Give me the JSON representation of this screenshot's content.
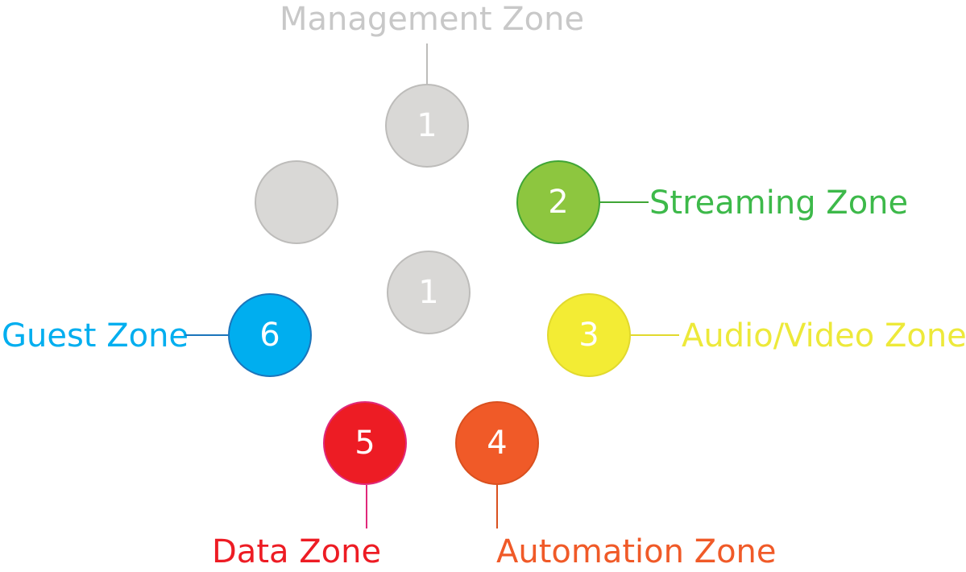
{
  "zones": {
    "management": {
      "label": "Management Zone",
      "number": "1",
      "color": "#c8c8c8",
      "fill": "#d9d8d6",
      "stroke": "#bdbcba"
    },
    "center": {
      "number": "1",
      "fill": "#d9d8d6",
      "stroke": "#bdbcba"
    },
    "unlabeled": {
      "number": "",
      "fill": "#d9d8d6",
      "stroke": "#bdbcba"
    },
    "streaming": {
      "label": "Streaming Zone",
      "number": "2",
      "color": "#3db94a",
      "fill": "#8dc63f",
      "stroke": "#3fa535"
    },
    "audio_video": {
      "label": "Audio/Video Zone",
      "number": "3",
      "color": "#ede93a",
      "fill": "#f3ec34",
      "stroke": "#e1d92d"
    },
    "automation": {
      "label": "Automation Zone",
      "number": "4",
      "color": "#f05a28",
      "fill": "#f05a28",
      "stroke": "#d9501f"
    },
    "data": {
      "label": "Data Zone",
      "number": "5",
      "color": "#ed1c24",
      "fill": "#ed1c24",
      "stroke": "#e0287a"
    },
    "guest": {
      "label": "Guest Zone",
      "number": "6",
      "color": "#00aeef",
      "fill": "#00aeef",
      "stroke": "#1b75bb"
    }
  }
}
